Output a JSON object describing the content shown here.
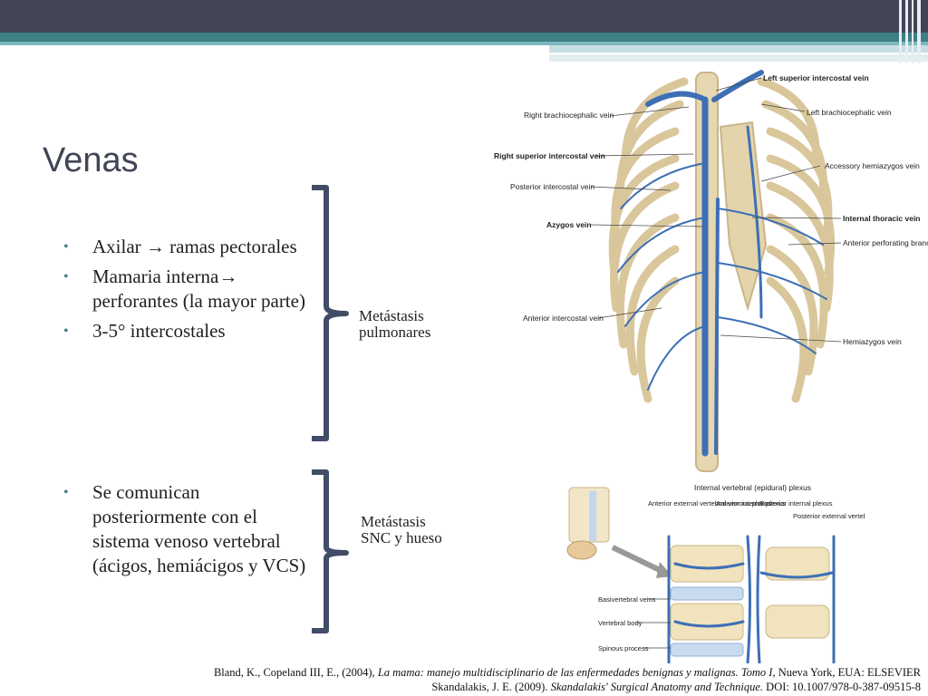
{
  "slide": {
    "title": "Venas",
    "bullets_group1": [
      {
        "pre": "Axilar",
        "post": "ramas pectorales"
      },
      {
        "pre": "Mamaria interna",
        "post": "perforantes (la mayor parte)"
      },
      {
        "text": "3-5° intercostales"
      }
    ],
    "bullets_group2": [
      {
        "text": "Se comunican posteriormente con el sistema venoso vertebral (ácigos, hemiácigos y VCS)"
      }
    ],
    "arrow_glyph": "→",
    "meta1": {
      "line1": "Metástasis",
      "line2": "pulmonares"
    },
    "meta2": {
      "line1": "Metástasis",
      "line2": "SNC y hueso"
    }
  },
  "figure_top": {
    "labels_left": [
      "Right brachiocephalic vein",
      "Right superior intercostal vein",
      "Posterior intercostal vein",
      "Azygos vein",
      "Anterior intercostal vein"
    ],
    "labels_right": [
      "Left superior intercostal vein",
      "Left brachiocephalic vein",
      "Accessory hemiazygos vein",
      "Internal thoracic vein",
      "Anterior perforating branches",
      "Hemiazygos vein"
    ]
  },
  "figure_bottom": {
    "top_label": "Internal vertebral (epidural) plexus",
    "col_labels": [
      "Anterior external vertebral venous plexus",
      "Anterior internal plexus",
      "Posterior internal plexus",
      "Posterior external vertebral venous plexus"
    ],
    "left_labels": [
      "Basivertebral veins",
      "Vertebral body",
      "Spinous process"
    ]
  },
  "citation": {
    "line1_pre": "Bland, K., Copeland III, E., (2004), ",
    "line1_italic": "La mama: manejo multidisciplinario de las enfermedades benignas y malignas. Tomo I,",
    "line1_post": "  Nueva York, EUA: ELSEVIER",
    "line2_pre": "Skandalakis, J. E. (2009). ",
    "line2_italic": "Skandalakis' Surgical Anatomy and Technique.",
    "line2_post": " DOI: 10.1007/978-0-387-09515-8"
  },
  "colors": {
    "header_dark": "#414556",
    "teal": "#3e7f86",
    "brace": "#414c66",
    "bone": "#e9dcb9",
    "vein": "#3d6fb6"
  }
}
